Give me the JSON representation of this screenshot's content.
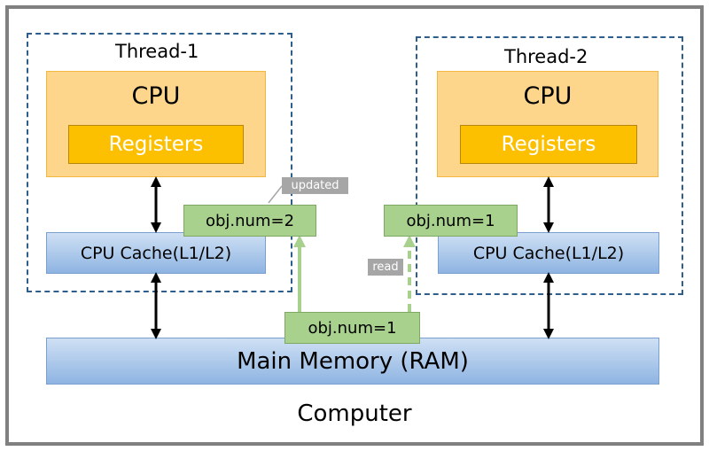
{
  "computer_label": "Computer",
  "thread1": {
    "title": "Thread-1",
    "cpu": "CPU",
    "registers": "Registers",
    "cache": "CPU Cache(L1/L2)",
    "value": "obj.num=2"
  },
  "thread2": {
    "title": "Thread-2",
    "cpu": "CPU",
    "registers": "Registers",
    "cache": "CPU Cache(L1/L2)",
    "value": "obj.num=1"
  },
  "memory": {
    "label": "Main Memory (RAM)",
    "value": "obj.num=1"
  },
  "tags": {
    "updated": "updated",
    "read": "read"
  },
  "colors": {
    "frame": "#808080",
    "thread_border": "#2e5f8c",
    "cpu": "#fdd68c",
    "registers": "#fdc000",
    "cache": "#8eb4e2",
    "value_box": "#a9d18e",
    "tag": "#a6a6a6"
  }
}
